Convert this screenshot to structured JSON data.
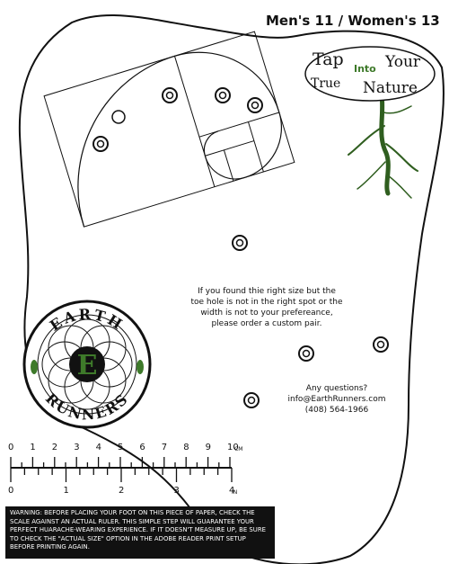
{
  "size_label": "Men's 11 / Women's 13",
  "slogan": {
    "line1_a": "Tap",
    "line1_b": "Into",
    "line1_c": "Your",
    "line2_a": "True",
    "line2_b": "Nature"
  },
  "fit_note": "If you found thie right size but the toe hole is not in the right spot or the width is not to your prefereance, please order a custom pair.",
  "contact": {
    "heading": "Any questions?",
    "email": "info@EarthRunners.com",
    "phone": "(408) 564-1966"
  },
  "brand": {
    "top": "EARTH",
    "initial": "E",
    "bottom": "RUNNERS"
  },
  "ruler_cm": {
    "labels": [
      "0",
      "1",
      "2",
      "3",
      "4",
      "5",
      "6",
      "7",
      "8",
      "9",
      "10"
    ],
    "unit": "CM"
  },
  "ruler_in": {
    "labels": [
      "0",
      "1",
      "2",
      "3",
      "4"
    ],
    "unit": "IN"
  },
  "warning": "WARNING: BEFORE PLACING YOUR FOOT ON THIS PIECE OF PAPER, CHECK THE SCALE AGAINST AN ACTUAL RULER. THIS SIMPLE STEP WILL GUARANTEE YOUR PERFECT HUARACHE-WEARING EXPERIENCE. IF IT DOESN'T MEASURE UP, BE SURE TO CHECK THE \"ACTUAL SIZE\" OPTION IN THE ADOBE READER PRINT SETUP BEFORE PRINTING AGAIN.",
  "colors": {
    "ink": "#111111",
    "green": "#3e7a2a",
    "root": "#2f5e1f"
  }
}
